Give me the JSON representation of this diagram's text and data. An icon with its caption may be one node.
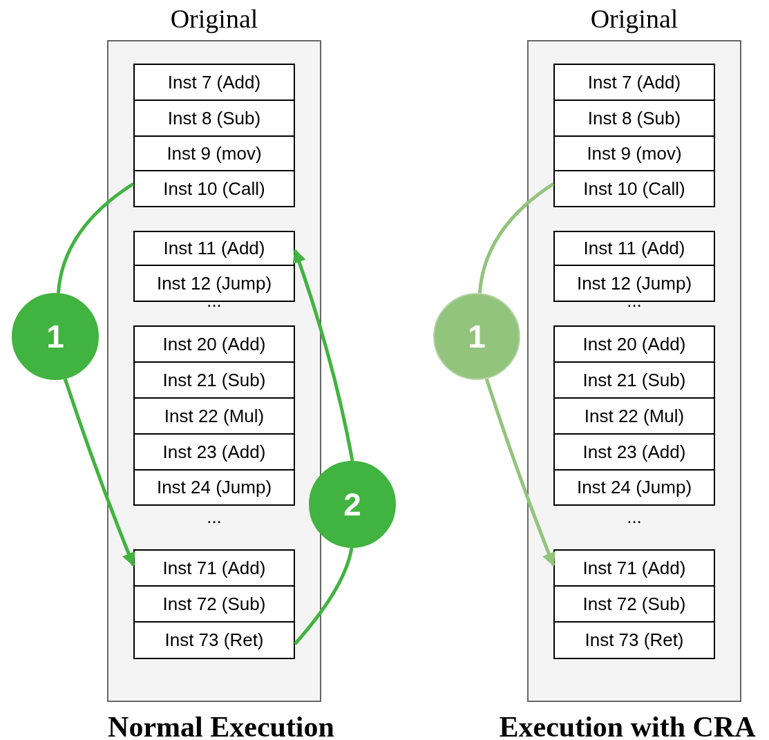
{
  "diagram": {
    "nodes": [
      {
        "text": [
          "Original"
        ]
      },
      {
        "text": [
          "Inst 7 (Add)"
        ],
        "in": 0
      },
      {
        "text": [
          "Inst 8 (Sub)"
        ],
        "in": 0
      },
      {
        "text": [
          "Inst 9 (mov)"
        ],
        "in": 0
      },
      {
        "text": [
          "Inst 10 (Call)"
        ],
        "in": 0
      },
      {
        "text": [
          "Inst 11 (Add)"
        ],
        "in": 0
      },
      {
        "text": [
          "Inst 12 (Jump)"
        ],
        "in": 0
      },
      {
        "text": [
          "Inst 20 (Add)"
        ],
        "in": 0
      },
      {
        "text": [
          "Inst 21 (Sub)"
        ],
        "in": 0
      },
      {
        "text": [
          "Inst 22 (Mul)"
        ],
        "in": 0
      },
      {
        "text": [
          "Inst 23 (Add)"
        ],
        "in": 0
      },
      {
        "text": [
          "Inst 24 (Jump)"
        ],
        "in": 0
      },
      {
        "text": [
          "Inst 71 (Add)"
        ],
        "in": 0
      },
      {
        "text": [
          "Inst 72 (Sub)"
        ],
        "in": 0
      },
      {
        "text": [
          "Inst 73 (Ret)"
        ],
        "in": 0
      },
      {
        "text": [
          "1"
        ]
      },
      {
        "text": [
          "2"
        ]
      },
      {
        "text": [
          "Original"
        ]
      },
      {
        "text": [
          "Inst 7 (Add)"
        ],
        "in": 17
      },
      {
        "text": [
          "Inst 8 (Sub)"
        ],
        "in": 17
      },
      {
        "text": [
          "Inst 9 (mov)"
        ],
        "in": 17
      },
      {
        "text": [
          "Inst 10 (Call)"
        ],
        "in": 17
      },
      {
        "text": [
          "Inst 11 (Add)"
        ],
        "in": 17
      },
      {
        "text": [
          "Inst 12 (Jump)"
        ],
        "in": 17
      },
      {
        "text": [
          "Inst 20 (Add)"
        ],
        "in": 17
      },
      {
        "text": [
          "Inst 21 (Sub)"
        ],
        "in": 17
      },
      {
        "text": [
          "Inst 22 (Mul)"
        ],
        "in": 17
      },
      {
        "text": [
          "Inst 23 (Add)"
        ],
        "in": 17
      },
      {
        "text": [
          "Inst 24 (Jump)"
        ],
        "in": 17
      },
      {
        "text": [
          "Inst 71 (Add)"
        ],
        "in": 17
      },
      {
        "text": [
          "Inst 72 (Sub)"
        ],
        "in": 17
      },
      {
        "text": [
          "Inst 73 (Ret)"
        ],
        "in": 17
      },
      {
        "text": [
          "1"
        ]
      }
    ],
    "edges": [
      {
        "from": 4,
        "to": 15,
        "arrow": "none"
      },
      {
        "from": 15,
        "to": 12,
        "arrow": "to"
      },
      {
        "from": 14,
        "to": 16,
        "arrow": "none"
      },
      {
        "from": 16,
        "to": 5,
        "arrow": "to"
      },
      {
        "from": 21,
        "to": 32,
        "arrow": "none",
        "color": "#93c47d"
      },
      {
        "from": 32,
        "to": 29,
        "arrow": "to",
        "color": "#93c47d"
      }
    ],
    "labels": [
      "...",
      "...",
      "...",
      "...",
      "Normal Execution",
      "Execution with CRA"
    ]
  }
}
